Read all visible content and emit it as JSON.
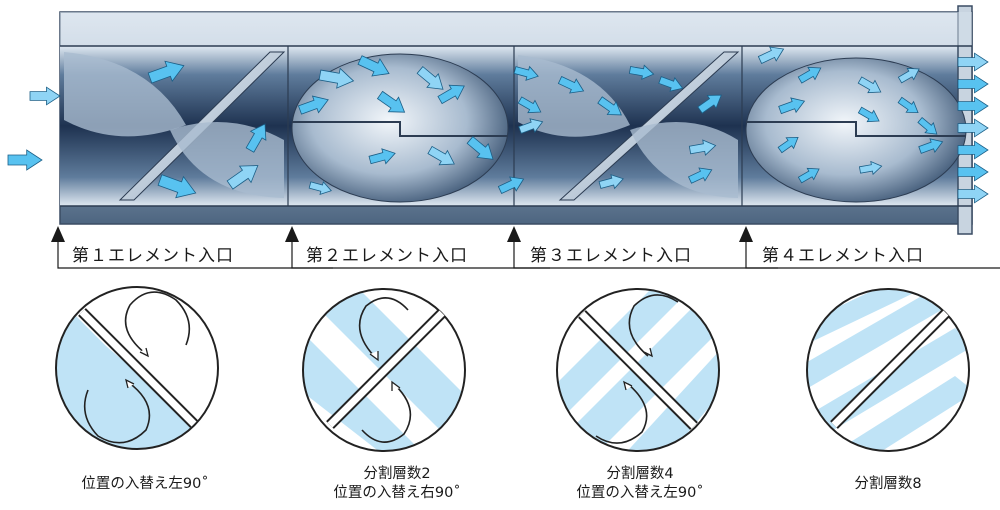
{
  "element_entries": [
    {
      "label": "第１エレメント入口"
    },
    {
      "label": "第２エレメント入口"
    },
    {
      "label": "第３エレメント入口"
    },
    {
      "label": "第４エレメント入口"
    }
  ],
  "cross_sections": [
    {
      "lines": [
        "位置の入替え左90˚"
      ]
    },
    {
      "lines": [
        "分割層数2",
        "位置の入替え右90˚"
      ]
    },
    {
      "lines": [
        "分割層数4",
        "位置の入替え左90˚"
      ]
    },
    {
      "lines": [
        "分割層数8"
      ]
    }
  ],
  "colors": {
    "tube_dark": "#1f3350",
    "tube_mid": "#6f8fb0",
    "tube_light": "#e3edf6",
    "arrow_fill": "#58c2f0",
    "layer_fill": "#bfe3f6",
    "outline": "#222222"
  }
}
